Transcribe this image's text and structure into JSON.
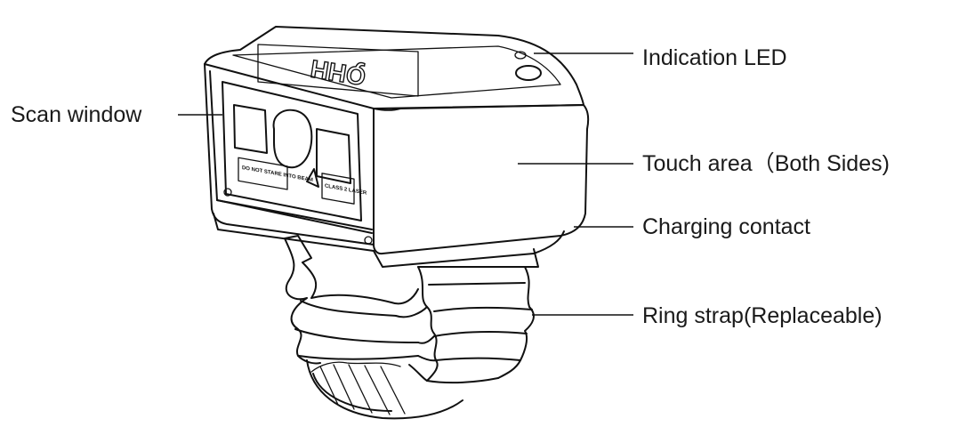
{
  "labels": {
    "scan_window": "Scan window",
    "indication_led": "Indication LED",
    "touch_area": "Touch area（Both Sides)",
    "charging_contact": "Charging contact",
    "ring_strap": "Ring strap(Replaceable)"
  },
  "device": {
    "brand_mark": "HHQ",
    "window_text_left": "DO NOT STARE INTO BEAM",
    "window_text_right": "CLASS 2 LASER"
  },
  "colors": {
    "line": "#111111",
    "background": "#ffffff"
  }
}
